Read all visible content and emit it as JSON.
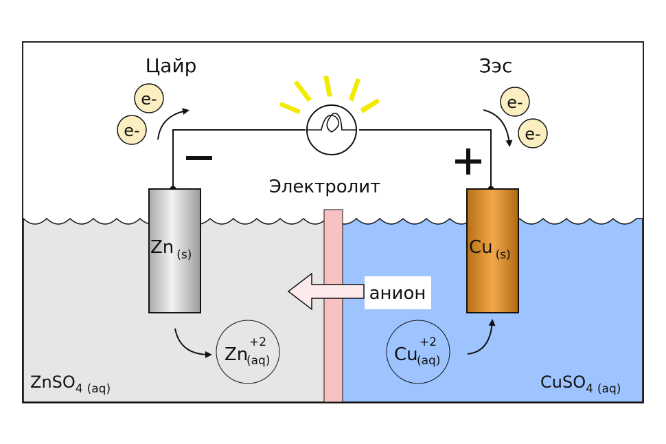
{
  "labels": {
    "anode_side": "Цайр",
    "cathode_side": "Зэс",
    "electrolyte": "Электролит",
    "anion": "анион",
    "minus": "−",
    "plus": "+",
    "electron": "e-"
  },
  "anode": {
    "symbol": "Zn",
    "state": "(s)"
  },
  "cathode": {
    "symbol": "Cu",
    "state": "(s)"
  },
  "anode_ion": {
    "symbol": "Zn",
    "charge": "+2",
    "state": "(aq)"
  },
  "cathode_ion": {
    "symbol": "Cu",
    "charge": "+2",
    "state": "(aq)"
  },
  "left_solution": {
    "formula": "ZnSO",
    "sub": "4",
    "state": "(aq)"
  },
  "right_solution": {
    "formula": "CuSO",
    "sub": "4",
    "state": "(aq)"
  },
  "colors": {
    "left_solution": "#e6e6e6",
    "right_solution": "#9dc4ff",
    "salt_bridge": "#f8c2c2",
    "zinc_electrode": "#c8c8c8",
    "copper_electrode": "#d28a2e",
    "electron_fill": "#fbefc1",
    "light_rays": "#f2ea00"
  }
}
